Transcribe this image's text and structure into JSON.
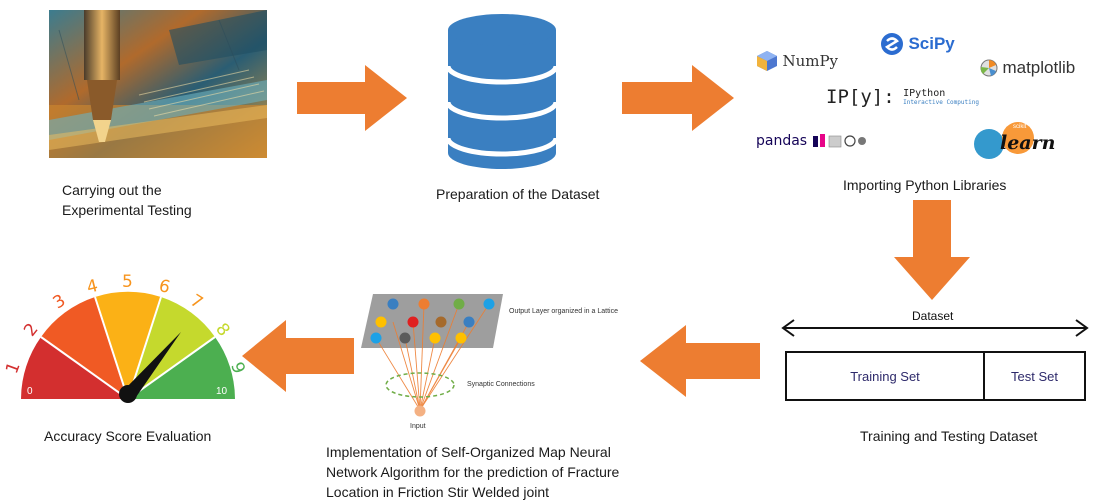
{
  "steps": {
    "experimental_testing": {
      "line1": "Carrying out the",
      "line2": "Experimental Testing"
    },
    "dataset_preparation": {
      "label": "Preparation of the Dataset"
    },
    "python_libraries": {
      "label": "Importing Python Libraries"
    },
    "train_test": {
      "label": "Training and Testing Dataset"
    },
    "som": {
      "line1": "Implementation of Self-Organized Map Neural",
      "line2": "Network Algorithm for the prediction of Fracture",
      "line3": "Location in Friction Stir Welded joint"
    },
    "accuracy": {
      "label": "Accuracy Score Evaluation"
    }
  },
  "libraries": {
    "numpy": "NumPy",
    "scipy": "SciPy",
    "matplotlib": "matplotlib",
    "ipython_prompt": "IP[y]:",
    "ipython_name": "IPython",
    "ipython_sub": "Interactive Computing",
    "pandas": "pandas",
    "sklearn_small": "scikit",
    "sklearn": "learn"
  },
  "dataset_split": {
    "title": "Dataset",
    "training_set": "Training Set",
    "test_set": "Test Set"
  },
  "som_diagram": {
    "output_layer": "Output Layer organized in a Lattice",
    "synaptic": "Synaptic Connections",
    "input": "Input"
  },
  "gauge": {
    "numbers": [
      "1",
      "2",
      "3",
      "4",
      "5",
      "6",
      "7",
      "8",
      "9"
    ],
    "min": "0",
    "max": "10",
    "needle_value": 8
  },
  "colors": {
    "arrow": "#ed7d31",
    "database": "#3a7fc1",
    "gauge_red": "#d32f2f",
    "gauge_orange": "#f05a24",
    "gauge_amber": "#f7941d",
    "gauge_yellow": "#fbb116",
    "gauge_lime": "#c5d92d",
    "gauge_green": "#4caf50"
  }
}
